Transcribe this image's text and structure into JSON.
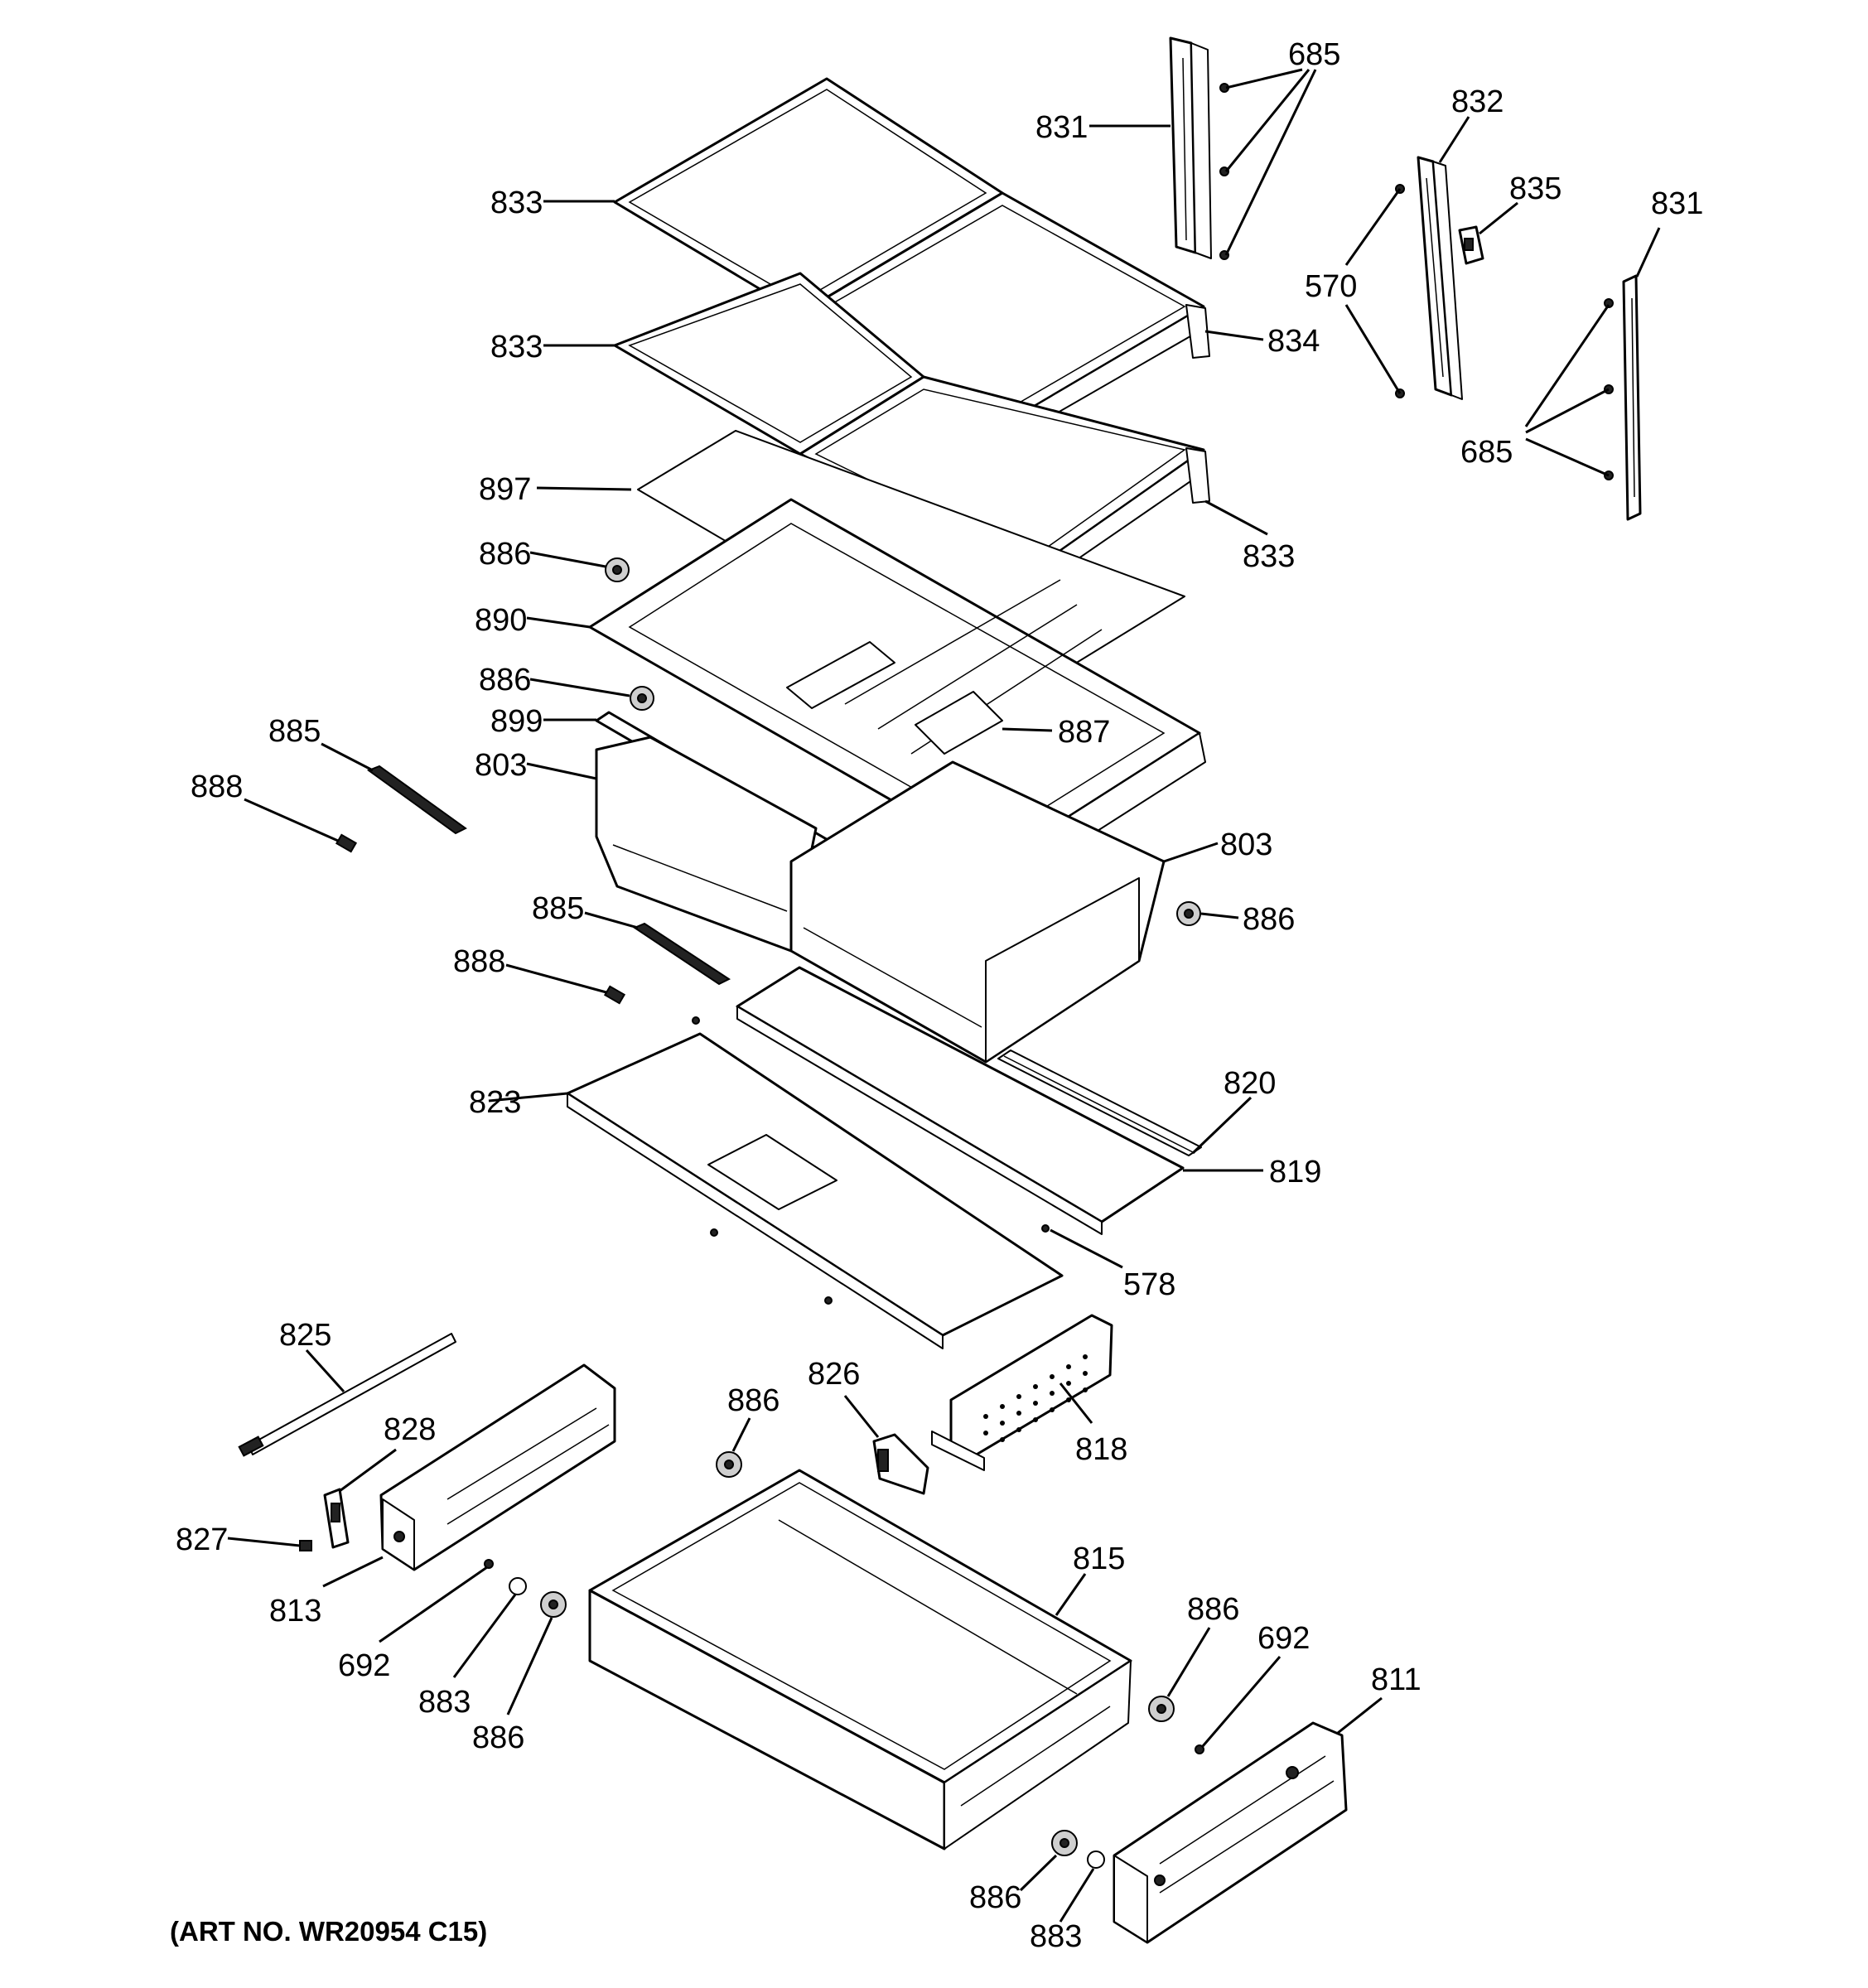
{
  "art_number": "(ART NO. WR20954 C15)",
  "callouts": {
    "c685a": "685",
    "c831a": "831",
    "c832": "832",
    "c835": "835",
    "c831b": "831",
    "c833a": "833",
    "c833b": "833",
    "c834": "834",
    "c570": "570",
    "c685b": "685",
    "c897": "897",
    "c833c": "833",
    "c886a": "886",
    "c890": "890",
    "c886b": "886",
    "c899": "899",
    "c887": "887",
    "c885a": "885",
    "c803a": "803",
    "c888a": "888",
    "c803b": "803",
    "c886c": "886",
    "c885b": "885",
    "c888b": "888",
    "c820": "820",
    "c823": "823",
    "c819": "819",
    "c578": "578",
    "c825": "825",
    "c826": "826",
    "c886d": "886",
    "c828": "828",
    "c818": "818",
    "c827": "827",
    "c815": "815",
    "c813": "813",
    "c886e": "886",
    "c692a": "692",
    "c811": "811",
    "c883a": "883",
    "c886f": "886",
    "c886g": "886",
    "c883b": "883"
  }
}
